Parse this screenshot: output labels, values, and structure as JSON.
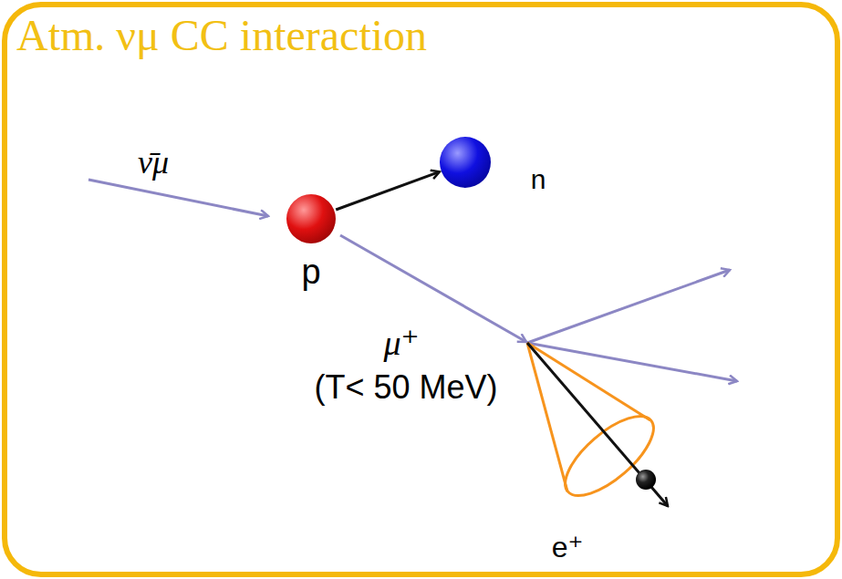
{
  "diagram": {
    "title": "Atm. νμ CC interaction",
    "nodes": [
      {
        "text": [
          "p"
        ]
      },
      {
        "text": [
          "n"
        ]
      }
    ],
    "edges": [
      {
        "from": 0,
        "to": 1,
        "arrow": "to"
      }
    ],
    "labels": [
      "ν̄μ",
      "μ⁺",
      "(T< 50 MeV)",
      "e⁺"
    ]
  }
}
